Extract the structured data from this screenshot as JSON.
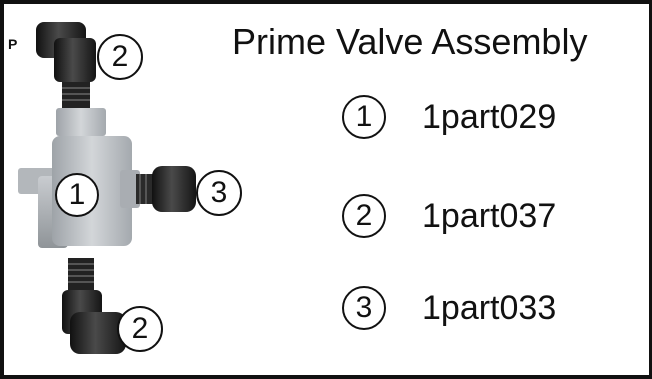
{
  "title": "Prime Valve Assembly",
  "cut_letter": "P",
  "parts": [
    {
      "num": "1",
      "part_no": "1part029"
    },
    {
      "num": "2",
      "part_no": "1part037"
    },
    {
      "num": "3",
      "part_no": "1part033"
    }
  ],
  "callouts": {
    "top_elbow": "2",
    "valve": "1",
    "side_fitting": "3",
    "bottom_elbow": "2"
  },
  "colors": {
    "pvc_gray": "#b9bdc1",
    "fitting_black": "#2a2a2a",
    "border": "#111111"
  }
}
